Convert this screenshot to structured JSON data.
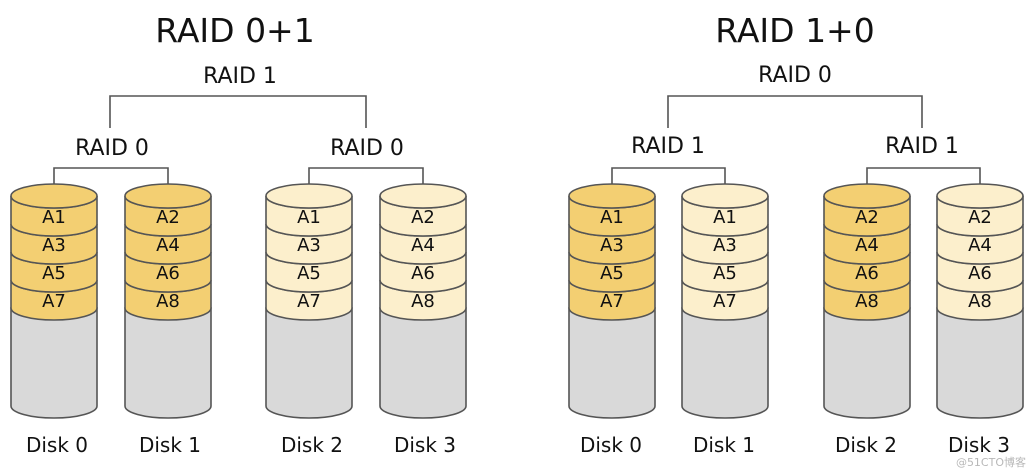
{
  "diagrams": [
    {
      "title": "RAID 0+1",
      "top_label": "RAID 1",
      "groups": [
        {
          "label": "RAID 0",
          "disks": [
            {
              "name": "Disk 0",
              "blocks": [
                "A1",
                "A3",
                "A5",
                "A7"
              ],
              "shade": "dark"
            },
            {
              "name": "Disk 1",
              "blocks": [
                "A2",
                "A4",
                "A6",
                "A8"
              ],
              "shade": "dark"
            }
          ]
        },
        {
          "label": "RAID 0",
          "disks": [
            {
              "name": "Disk 2",
              "blocks": [
                "A1",
                "A3",
                "A5",
                "A7"
              ],
              "shade": "light"
            },
            {
              "name": "Disk 3",
              "blocks": [
                "A2",
                "A4",
                "A6",
                "A8"
              ],
              "shade": "light"
            }
          ]
        }
      ]
    },
    {
      "title": "RAID 1+0",
      "top_label": "RAID 0",
      "groups": [
        {
          "label": "RAID 1",
          "disks": [
            {
              "name": "Disk 0",
              "blocks": [
                "A1",
                "A3",
                "A5",
                "A7"
              ],
              "shade": "dark"
            },
            {
              "name": "Disk 1",
              "blocks": [
                "A1",
                "A3",
                "A5",
                "A7"
              ],
              "shade": "light"
            }
          ]
        },
        {
          "label": "RAID 1",
          "disks": [
            {
              "name": "Disk 2",
              "blocks": [
                "A2",
                "A4",
                "A6",
                "A8"
              ],
              "shade": "dark"
            },
            {
              "name": "Disk 3",
              "blocks": [
                "A2",
                "A4",
                "A6",
                "A8"
              ],
              "shade": "light"
            }
          ]
        }
      ]
    }
  ],
  "watermark": "@51CTO博客",
  "colors": {
    "block_dark": "#f3cf72",
    "block_light": "#fcefcc",
    "disk_body": "#d9d9d9",
    "outline": "#555555"
  }
}
